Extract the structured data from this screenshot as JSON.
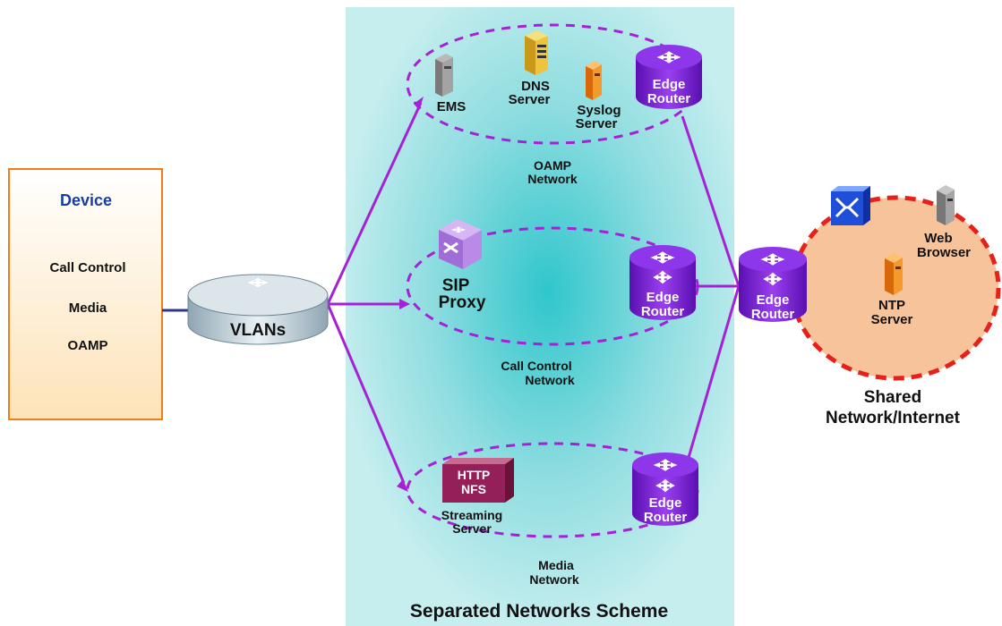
{
  "colors": {
    "link": "#a521d6",
    "device_border": "#f07d1a",
    "device_title": "#1a3d9e",
    "center_panel": "#b5e8ea",
    "router": "#7b1fd1",
    "shared_cloud_fill": "#f7c39a",
    "shared_cloud_border": "#e8201a"
  },
  "device": {
    "title": "Device",
    "items": [
      "Call Control",
      "Media",
      "OAMP"
    ]
  },
  "vlans": {
    "label": "VLANs"
  },
  "panel": {
    "caption": "Separated Networks Scheme"
  },
  "oamp": {
    "label_1": "OAMP",
    "label_2": "Network",
    "ems": "EMS",
    "dns_1": "DNS",
    "dns_2": "Server",
    "syslog_1": "Syslog",
    "syslog_2": "Server",
    "router_1": "Edge",
    "router_2": "Router"
  },
  "callcontrol": {
    "label_1": "Call Control",
    "label_2": "Network",
    "sip_1": "SIP",
    "sip_2": "Proxy",
    "router_1": "Edge",
    "router_2": "Router"
  },
  "media": {
    "label_1": "Media",
    "label_2": "Network",
    "http": "HTTP",
    "nfs": "NFS",
    "streaming_1": "Streaming",
    "streaming_2": "Server",
    "router_1": "Edge",
    "router_2": "Router"
  },
  "shared": {
    "label_1": "Shared",
    "label_2": "Network/Internet",
    "router_1": "Edge",
    "router_2": "Router",
    "web_1": "Web",
    "web_2": "Browser",
    "ntp_1": "NTP",
    "ntp_2": "Server"
  }
}
